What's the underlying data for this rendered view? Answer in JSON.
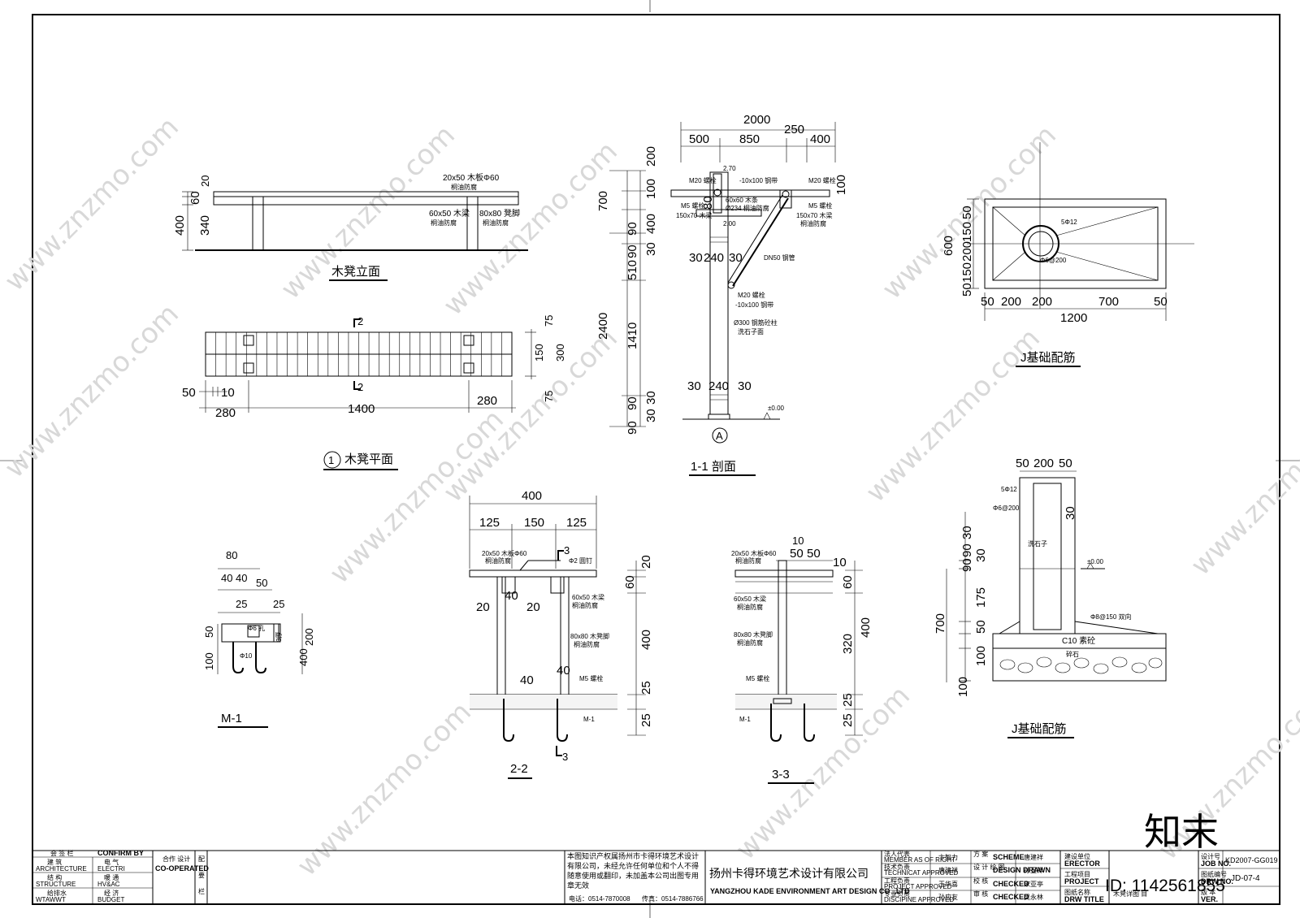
{
  "views": {
    "bench_elevation": {
      "title": "木凳立面",
      "dims_left": [
        "20",
        "60",
        "340",
        "400"
      ],
      "notes": [
        "20x50 木板Φ60",
        "桐油防腐",
        "60x50 木梁",
        "桐油防腐",
        "80x80 凳脚",
        "桐油防腐"
      ]
    },
    "bench_plan": {
      "title": "木凳平面",
      "index": "1",
      "dims_bottom": [
        "50",
        "10",
        "280",
        "1400",
        "280"
      ],
      "dims_right": [
        "75",
        "150",
        "300",
        "75"
      ],
      "section_mark": "2"
    },
    "section_1_1": {
      "title": "1-1 剖面",
      "axis": "A",
      "dims_top": [
        "2000",
        "500",
        "850",
        "250",
        "400"
      ],
      "dims_left": [
        "700",
        "200",
        "100",
        "90",
        "90",
        "400",
        "30",
        "510",
        "2400",
        "1410",
        "90",
        "30",
        "30",
        "90"
      ],
      "dims_middle": [
        "30",
        "240",
        "30",
        "30",
        "240",
        "30",
        "100",
        "2.70",
        "2.00",
        "80"
      ],
      "notes": [
        "M20 螺栓",
        "-10x100 钢带",
        "M20 螺栓",
        "60x60 木条",
        "Ø234 桐油防腐",
        "M5 螺栓",
        "M5 螺栓",
        "150x70 木梁",
        "150x70 木梁",
        "桐油防腐",
        "DN50 钢管",
        "M20 螺栓",
        "-10x100 钢带",
        "Ø300 钢筋砼柱",
        "洗石子面",
        "±0.00"
      ]
    },
    "foundation_plan": {
      "title": "J基础配筋",
      "dims_left": [
        "50",
        "150",
        "200",
        "600",
        "150",
        "50"
      ],
      "dims_bottom": [
        "50",
        "200",
        "200",
        "700",
        "50",
        "1200"
      ],
      "notes": [
        "5Φ12",
        "Φ6@200"
      ]
    },
    "m1": {
      "title": "M-1",
      "dims_top": [
        "80",
        "40",
        "40",
        "50",
        "25",
        "25"
      ],
      "dims_left": [
        "50",
        "100"
      ],
      "dims_right": [
        "200",
        "400"
      ],
      "notes": [
        "Φ6 孔",
        "Φ10",
        "3厚"
      ]
    },
    "section_2_2": {
      "title": "2-2",
      "dims_top": [
        "400",
        "125",
        "150",
        "125"
      ],
      "dims_right": [
        "20",
        "60",
        "400",
        "25",
        "25"
      ],
      "dims_inner": [
        "40",
        "20",
        "20",
        "40",
        "40"
      ],
      "notes": [
        "20x50 木板Φ60",
        "桐油防腐",
        "Φ2 圆钉",
        "60x50 木梁",
        "桐油防腐",
        "80x80 木凳脚",
        "桐油防腐",
        "M5 螺栓",
        "M-1"
      ],
      "section_mark": "3"
    },
    "section_3_3": {
      "title": "3-3",
      "dims_top": [
        "10",
        "50",
        "50",
        "10"
      ],
      "dims_right": [
        "60",
        "320",
        "400",
        "25",
        "25"
      ],
      "notes": [
        "20x50 木板Φ60",
        "桐油防腐",
        "60x50 木梁",
        "桐油防腐",
        "80x80 木凳脚",
        "桐油防腐",
        "M5 螺栓",
        "M-1"
      ]
    },
    "foundation_section": {
      "title": "J基础配筋",
      "dims_top": [
        "50",
        "200",
        "50"
      ],
      "dims_left": [
        "30",
        "90",
        "90",
        "30",
        "175",
        "700",
        "50",
        "100",
        "100"
      ],
      "dims_right": [
        "30"
      ],
      "notes": [
        "5Φ12",
        "Φ6@200",
        "洗石子",
        "±0.00",
        "Φ8@150 双向",
        "C10 素砼",
        "碎石"
      ]
    }
  },
  "watermark": "www.znzmo.com",
  "brand": "知末",
  "brand_id": "ID: 1142561855",
  "title_block": {
    "sign_header": [
      "会 签 栏",
      "CONFIRM BY"
    ],
    "sign_rows": [
      [
        "建 筑",
        "ARCHITECTURE",
        "电 气",
        "ELECTRI"
      ],
      [
        "结 构",
        "STRUCTURE",
        "暖 通",
        "HV&AC"
      ],
      [
        "给排水",
        "WTAWWT",
        "经 济",
        "BUDGET"
      ]
    ],
    "cooperate": [
      "合作 设计",
      "CO-OPERATED"
    ],
    "remarks": [
      "配",
      "要",
      "栏"
    ],
    "copyright": "本图知识产权属扬州市卡得环境艺术设计有限公司，未经允许任何单位和个人不得随意使用或翻印，未加盖本公司出图专用章无效",
    "tel": "电话：0514-7870008",
    "fax": "传真：0514-7886766",
    "company_cn": "扬州卡得环境艺术设计有限公司",
    "company_en": "YANGZHOU KADE ENVIRONMENT ART DESIGN CO .,LTD",
    "roles": [
      [
        "法人代表",
        "MEMBER AS OF RIGHT",
        "卞智力",
        "方 案",
        "SCHEME",
        "唐建祥"
      ],
      [
        "技术负责",
        "TECHNICAT APPROVED",
        "唐建祥",
        "设 计 绘 图",
        "DESIGN DRAWN",
        "孙玉祥"
      ],
      [
        "工程负责",
        "PROJECT APPROVED",
        "王华喜",
        "校 核",
        "CHECKED",
        "宋亚亭"
      ],
      [
        "专业负责",
        "DISCIPINE APPROVED",
        "孙应友",
        "审 核",
        "CHECKED",
        "吴永林"
      ]
    ],
    "project_labels": [
      [
        "建设单位",
        "ERECTOR"
      ],
      [
        "工程项目",
        "PROJECT"
      ],
      [
        "图纸名称",
        "DRW TITLE",
        "木凳详图 目"
      ]
    ],
    "job": [
      "设计号",
      "JOB NO.",
      "KD2007-GG019"
    ],
    "drawing": [
      "图纸编号",
      "DRW NO.",
      "JD-07-4"
    ],
    "version": [
      "版 本",
      "VER."
    ]
  }
}
